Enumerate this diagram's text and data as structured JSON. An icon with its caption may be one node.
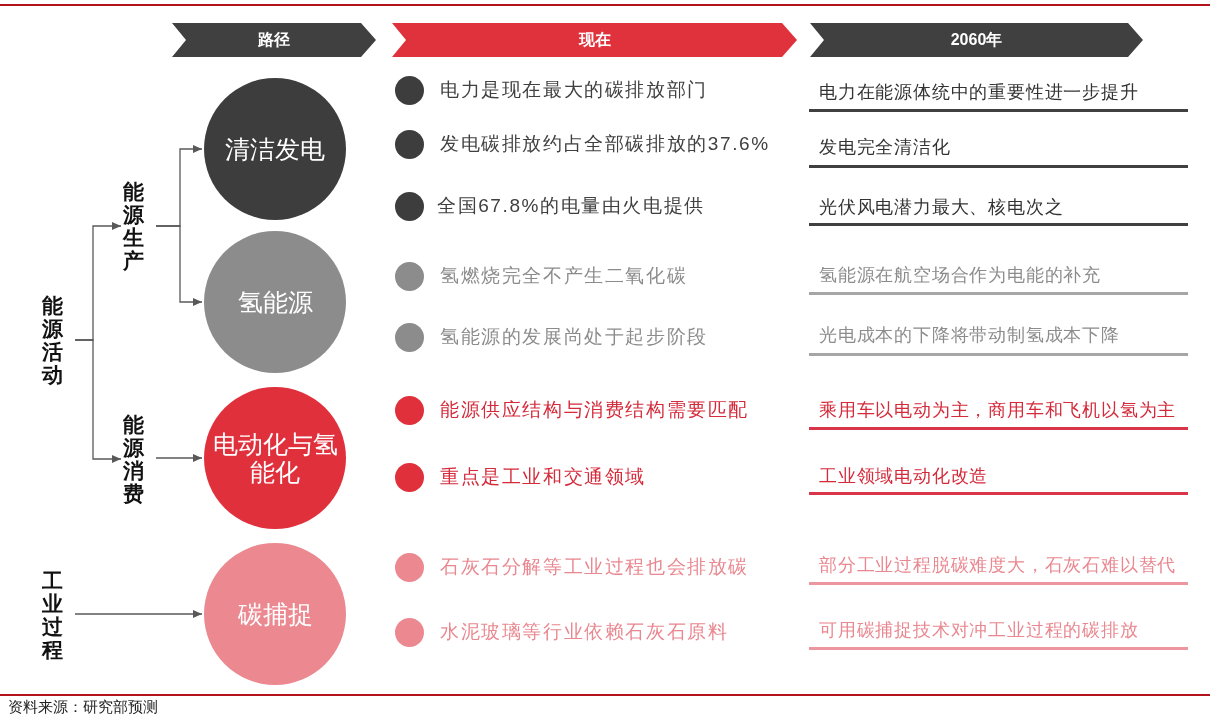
{
  "diagram": {
    "caption": "资料来源：研究部预测",
    "nodes": [
      {
        "text": [
          "路径"
        ]
      },
      {
        "text": [
          "现在"
        ]
      },
      {
        "text": [
          "2060年"
        ]
      },
      {
        "text": [
          "能源活动"
        ]
      },
      {
        "text": [
          "能源生产"
        ]
      },
      {
        "text": [
          "清洁发电"
        ]
      },
      {
        "text": [
          "氢能源"
        ]
      },
      {
        "text": [
          "能源消费"
        ]
      },
      {
        "text": [
          "电动化与氢能化"
        ]
      },
      {
        "text": [
          "工业过程"
        ]
      },
      {
        "text": [
          "碳捕捉"
        ]
      }
    ],
    "edges": [
      {
        "from": 3,
        "to": 4,
        "arrow": "to"
      },
      {
        "from": 3,
        "to": 7,
        "arrow": "to"
      },
      {
        "from": 4,
        "to": 5,
        "arrow": "to"
      },
      {
        "from": 4,
        "to": 6,
        "arrow": "to"
      },
      {
        "from": 7,
        "to": 8,
        "arrow": "to"
      },
      {
        "from": 9,
        "to": 10,
        "arrow": "to"
      }
    ],
    "labels": [
      "电力是现在最大的碳排放部门",
      "电力在能源体统中的重要性进一步提升",
      "发电碳排放约占全部碳排放的37.6%",
      "发电完全清洁化",
      "全国67.8%的电量由火电提供",
      "光伏风电潜力最大、核电次之",
      "氢燃烧完全不产生二氧化碳",
      "氢能源在航空场合作为电能的补充",
      "氢能源的发展尚处于起步阶段",
      "光电成本的下降将带动制氢成本下降",
      "能源供应结构与消费结构需要匹配",
      "乘用车以电动为主，商用车和飞机以氢为主",
      "重点是工业和交通领域",
      "工业领域电动化改造",
      "石灰石分解等工业过程也会排放碳",
      "部分工业过程脱碳难度大，石灰石难以替代",
      "水泥玻璃等行业依赖石灰石原料",
      "可用碳捕捉技术对冲工业过程的碳排放"
    ]
  }
}
